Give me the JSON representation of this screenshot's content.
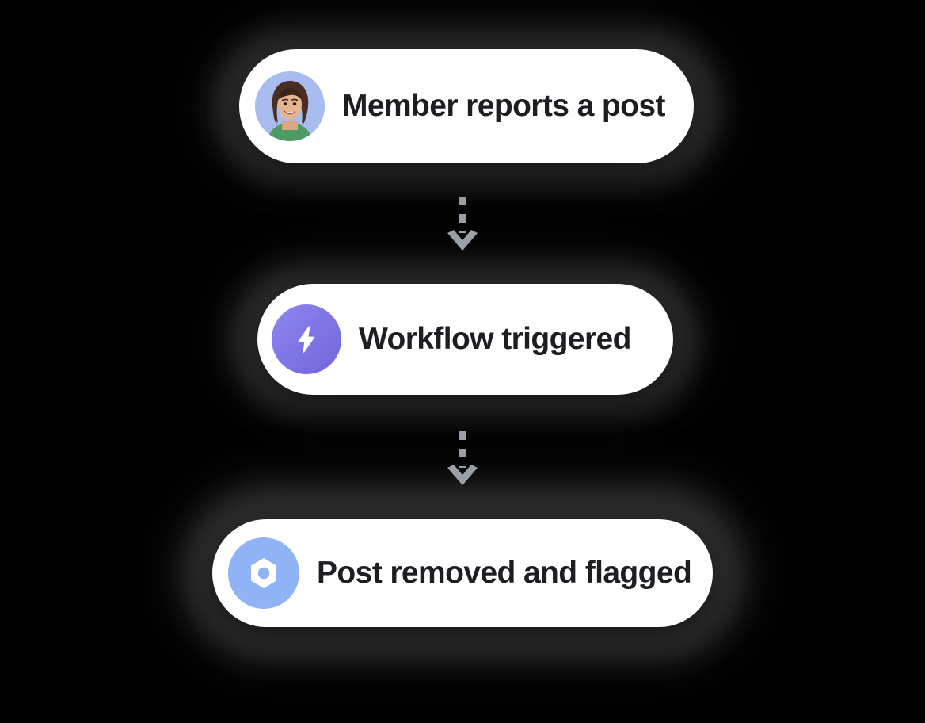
{
  "page": {
    "title": "Moderation workflow flowchart",
    "background_color": "#000000",
    "card_background": "#ffffff",
    "text_color": "#1C1E21",
    "connector_color": "#9AA0A6"
  },
  "flow": {
    "steps": [
      {
        "id": "step-member-reports",
        "label": "Member reports a post",
        "icon": "avatar-photo",
        "icon_background": "#A8BCF0",
        "icon_type": "avatar"
      },
      {
        "id": "step-workflow-triggered",
        "label": "Workflow triggered",
        "icon": "lightning-bolt-icon",
        "icon_background": "#8176E6",
        "icon_type": "bolt"
      },
      {
        "id": "step-post-removed",
        "label": "Post removed and flagged",
        "icon": "hexagon-nut-icon",
        "icon_background": "#8FB3F5",
        "icon_type": "hexagon"
      }
    ],
    "connectors": [
      {
        "id": "connector-1",
        "from": "step-member-reports",
        "to": "step-workflow-triggered",
        "style": "dashed-arrow-down"
      },
      {
        "id": "connector-2",
        "from": "step-workflow-triggered",
        "to": "step-post-removed",
        "style": "dashed-arrow-down"
      }
    ]
  }
}
